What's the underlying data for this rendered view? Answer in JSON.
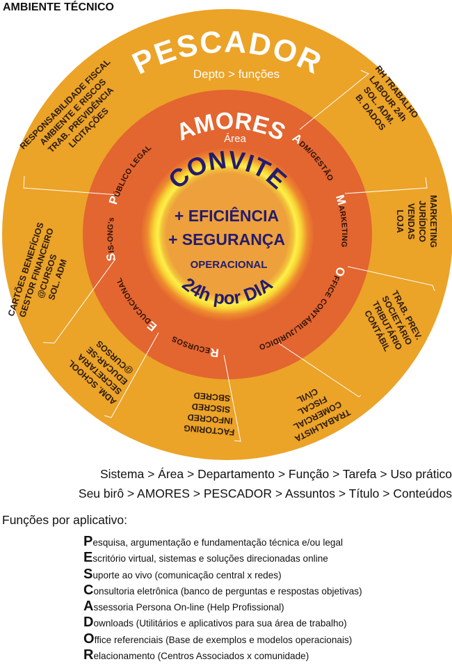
{
  "title": "AMBIENTE TÉCNICO",
  "wheel": {
    "outer_title": "PESCADOR",
    "outer_subtitle": "Depto > funções",
    "middle_title": "AMORES",
    "middle_subtitle": "Área",
    "core_title": "CONVITE",
    "core_line1": "+ EFICIÊNCIA",
    "core_line2": "+ SEGURANÇA",
    "core_line3": "OPERACIONAL",
    "core_bottom": "24h por DIA",
    "ring_labels": [
      {
        "initial": "P",
        "rest": "ÚBLICO LEGAL"
      },
      {
        "initial": "A",
        "rest": "DM/GESTÃO"
      },
      {
        "initial": "M",
        "rest": "ARKETING"
      },
      {
        "initial": "O",
        "rest": "FFICE CONTÁBIL/JURÍDICO"
      },
      {
        "initial": "R",
        "rest": "ECURSOS"
      },
      {
        "initial": "E",
        "rest": "DUCACIONAL"
      },
      {
        "initial": "S",
        "rest": "IS-ONG's"
      }
    ],
    "segments": [
      {
        "lines": [
          "RESPONSABILIDADE FISCAL",
          "AMBIENTE E RISCOS",
          "TRAB. PREVIDÊNCIA",
          "LICITAÇÕES"
        ]
      },
      {
        "lines": [
          "RH TRABALHO",
          "LABOUR 24h",
          "SOL. ADM.",
          "B. DADOS"
        ]
      },
      {
        "lines": [
          "MARKETING",
          "JURÍDICO",
          "VENDAS",
          "LOJA"
        ]
      },
      {
        "lines": [
          "TRAB. PREV.",
          "SOCIETÁRIO",
          "TRIBUTÁRIO",
          "CONTÁBIL"
        ]
      },
      {
        "lines": [
          "TRABALHISTA",
          "COMERCIAL",
          "FISCAL",
          "CÍVIL"
        ]
      },
      {
        "lines": [
          "FACTORING",
          "INFOCRED",
          "SISCRED",
          "SBCRED"
        ]
      },
      {
        "lines": [
          "ADM. SCHOOL",
          "SECRETARIA",
          "EDUCAR-SE",
          "@CURSOS"
        ]
      },
      {
        "lines": [
          "CARTÕES BENEFÍCIOS",
          "GESTOR FINANCEIRO",
          "@CURSOS",
          "SOL. ADM"
        ]
      }
    ],
    "colors": {
      "outer": "#EBA328",
      "middle": "#E36530",
      "core": "#EDA03C",
      "navy": "#231C6E"
    }
  },
  "flow_line1": "Sistema > Área > Departamento > Função > Tarefa > Uso prático",
  "flow_line2": "Seu birô > AMORES > PESCADOR > Assuntos > Título > Conteúdos",
  "functions_title": "Funções por aplicativo:",
  "functions": [
    {
      "initial": "P",
      "rest": "esquisa, argumentação e fundamentação técnica e/ou legal"
    },
    {
      "initial": "E",
      "rest": "scritório virtual, sistemas e soluções direcionadas online"
    },
    {
      "initial": "S",
      "rest": "uporte ao vivo (comunicação central x redes)"
    },
    {
      "initial": "C",
      "rest": "onsultoria eletrônica (banco de perguntas e respostas objetivas)"
    },
    {
      "initial": "A",
      "rest": "ssessoria Persona On-line (Help Profissional)"
    },
    {
      "initial": "D",
      "rest": "ownloads (Utilitários e aplicativos para sua área de trabalho)"
    },
    {
      "initial": "O",
      "rest": "ffice referenciais (Base de exemplos e modelos operacionais)"
    },
    {
      "initial": "R",
      "rest": "elacionamento (Centros Associados x comunidade)"
    }
  ]
}
